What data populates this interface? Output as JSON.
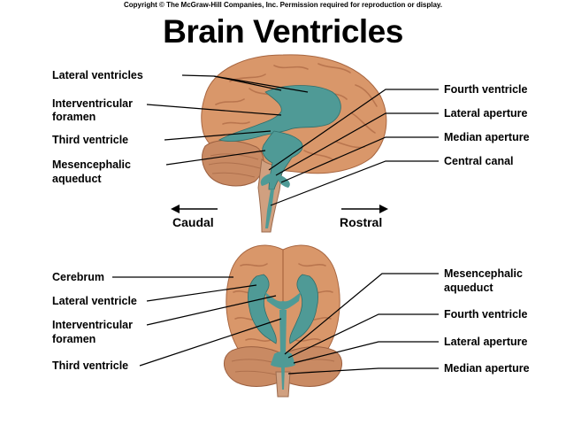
{
  "copyright": "Copyright © The McGraw-Hill Companies, Inc. Permission required for reproduction or display.",
  "title": "Brain Ventricles",
  "colors": {
    "brain": "#d9976a",
    "brain_dark": "#b4704a",
    "ventricle": "#4f9a96",
    "cerebellum": "#c98a63"
  },
  "lateral_view": {
    "left_labels": [
      {
        "id": "lateral-ventricles",
        "lines": [
          "Lateral ventricles"
        ]
      },
      {
        "id": "interventricular-foramen",
        "lines": [
          "Interventricular",
          "foramen"
        ]
      },
      {
        "id": "third-ventricle",
        "lines": [
          "Third ventricle"
        ]
      },
      {
        "id": "mesencephalic-aqueduct",
        "lines": [
          "Mesencephalic",
          "aqueduct"
        ]
      }
    ],
    "right_labels": [
      {
        "id": "fourth-ventricle",
        "lines": [
          "Fourth ventricle"
        ]
      },
      {
        "id": "lateral-aperture",
        "lines": [
          "Lateral aperture"
        ]
      },
      {
        "id": "median-aperture",
        "lines": [
          "Median aperture"
        ]
      },
      {
        "id": "central-canal",
        "lines": [
          "Central canal"
        ]
      }
    ],
    "direction_left": "Caudal",
    "direction_right": "Rostral"
  },
  "posterior_view": {
    "left_labels": [
      {
        "id": "cerebrum",
        "lines": [
          "Cerebrum"
        ]
      },
      {
        "id": "lateral-ventricle",
        "lines": [
          "Lateral ventricle"
        ]
      },
      {
        "id": "interventricular-foramen-2",
        "lines": [
          "Interventricular",
          "foramen"
        ]
      },
      {
        "id": "third-ventricle-2",
        "lines": [
          "Third ventricle"
        ]
      }
    ],
    "right_labels": [
      {
        "id": "mesencephalic-aqueduct-2",
        "lines": [
          "Mesencephalic",
          "aqueduct"
        ]
      },
      {
        "id": "fourth-ventricle-2",
        "lines": [
          "Fourth ventricle"
        ]
      },
      {
        "id": "lateral-aperture-2",
        "lines": [
          "Lateral aperture"
        ]
      },
      {
        "id": "median-aperture-2",
        "lines": [
          "Median aperture"
        ]
      }
    ]
  }
}
